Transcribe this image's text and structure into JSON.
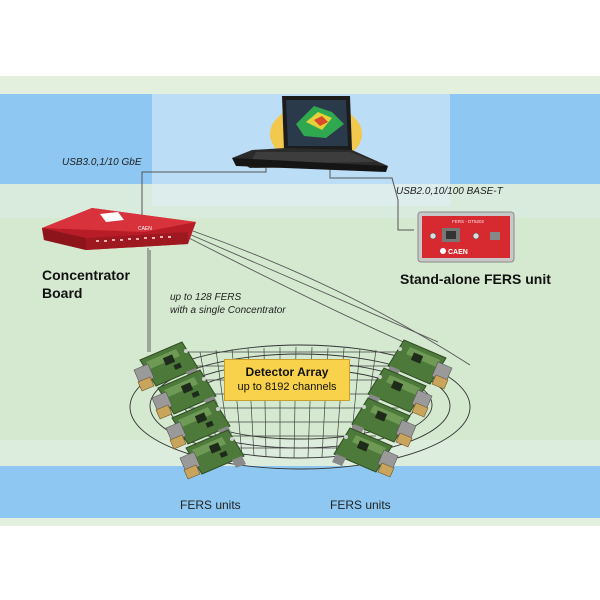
{
  "labels": {
    "usb_concentrator": "USB3.0,1/10 GbE",
    "usb_standalone": "USB2.0,10/100 BASE-T",
    "concentrator_line1": "Concentrator",
    "concentrator_line2": "Board",
    "standalone": "Stand-alone FERS unit",
    "capacity_line1": "up to 128 FERS",
    "capacity_line2": "with a single Concentrator",
    "fers_left": "FERS units",
    "fers_right": "FERS units"
  },
  "detector": {
    "title": "Detector Array",
    "subtitle": "up to 8192 channels"
  },
  "devices": {
    "concentrator_logo_text": "CAEN",
    "standalone_model": "FERS - DT5202",
    "standalone_logo_text": "CAEN"
  },
  "colors": {
    "band_blue": "#8ec8f2",
    "band_green": "#d4e9d0",
    "device_red": "#d0202c",
    "highlight_yellow": "#f8d24a",
    "pcb_green": "#4d7a3a"
  },
  "icons": {
    "laptop": "laptop-icon",
    "concentrator": "concentrator-board-icon",
    "standalone": "fers-unit-icon",
    "board": "fers-board-icon"
  }
}
